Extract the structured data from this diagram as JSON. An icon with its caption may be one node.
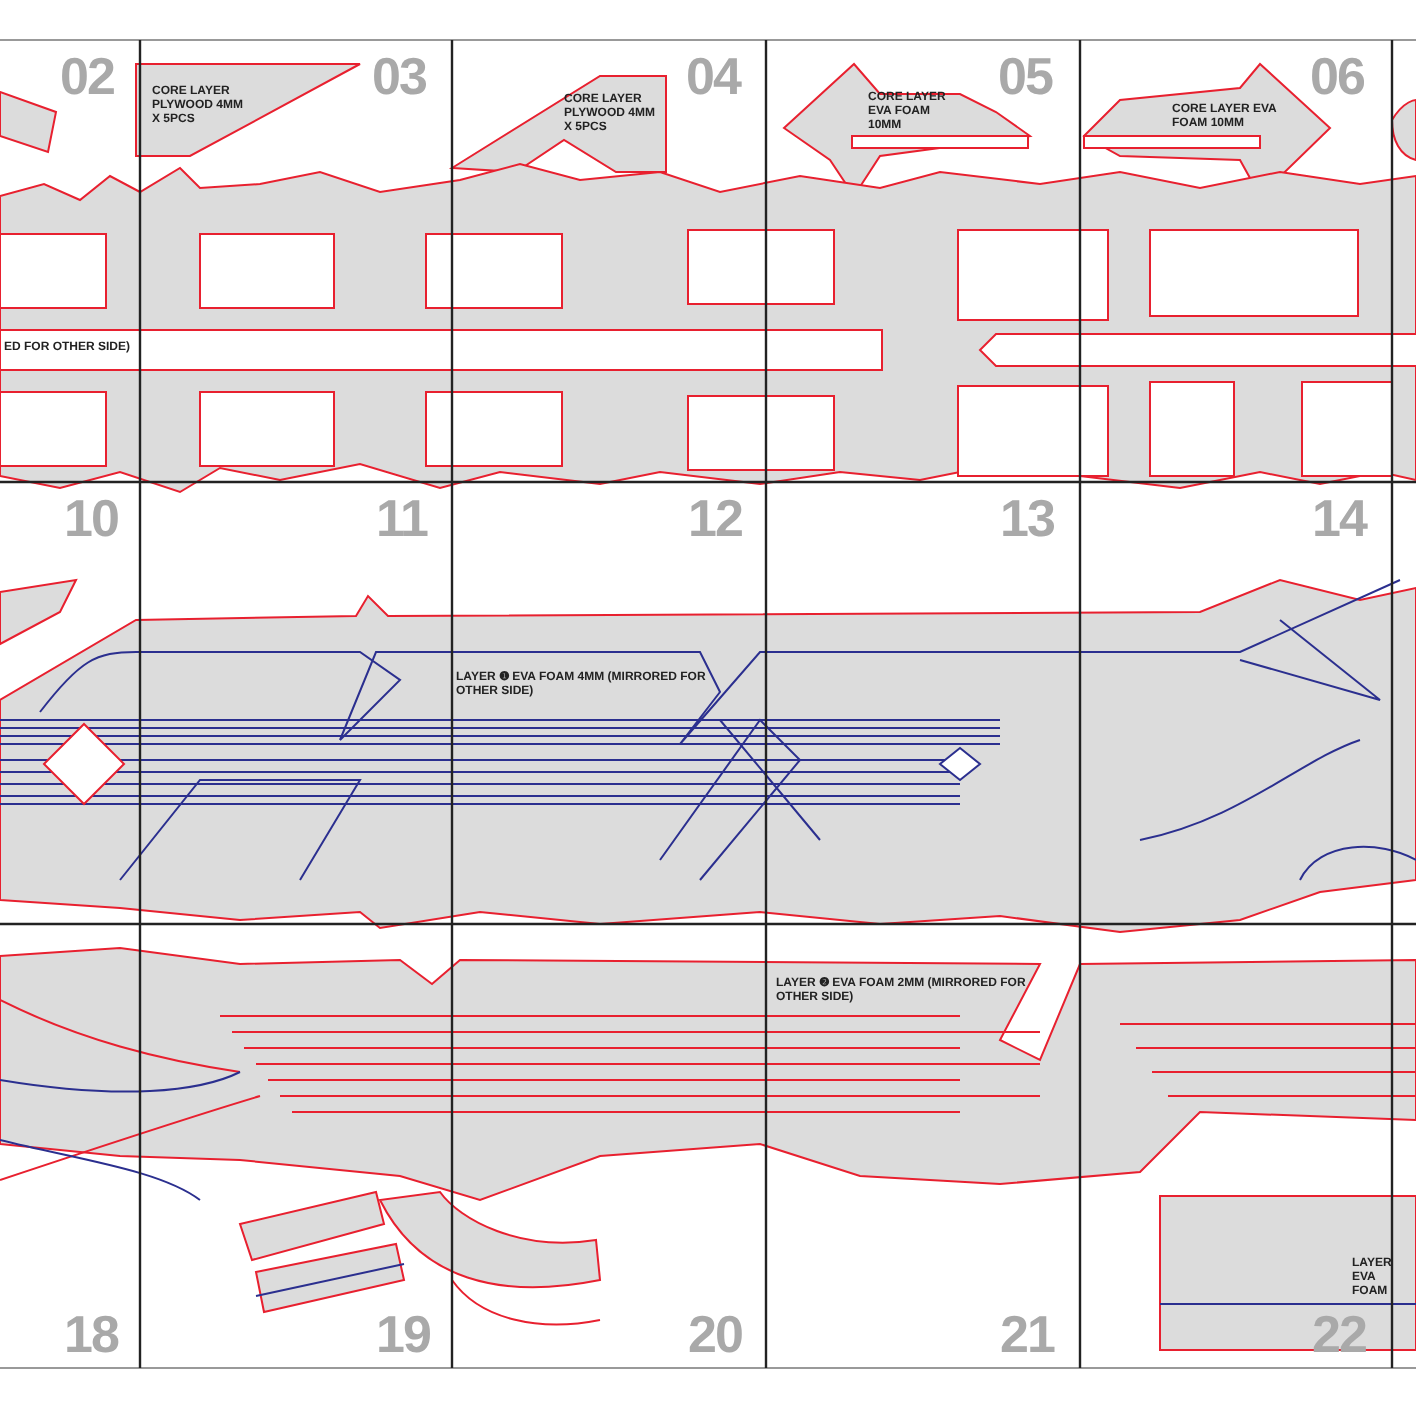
{
  "diagram": {
    "labels": [
      "02",
      "03",
      "04",
      "05",
      "06",
      "CORE LAYER PLYWOOD 4MM X 5PCS",
      "CORE LAYER PLYWOOD 4MM X 5PCS",
      "CORE LAYER EVA FOAM 10MM",
      "CORE LAYER EVA FOAM 10MM",
      "ED FOR OTHER SIDE)",
      "10",
      "11",
      "12",
      "13",
      "14",
      "LAYER ❶ EVA FOAM 4MM (MIRRORED FOR OTHER SIDE)",
      "LAYER ❷ EVA FOAM 2MM (MIRRORED FOR OTHER SIDE)",
      "18",
      "19",
      "20",
      "21",
      "22",
      "LAYER EVA FOAM"
    ]
  }
}
